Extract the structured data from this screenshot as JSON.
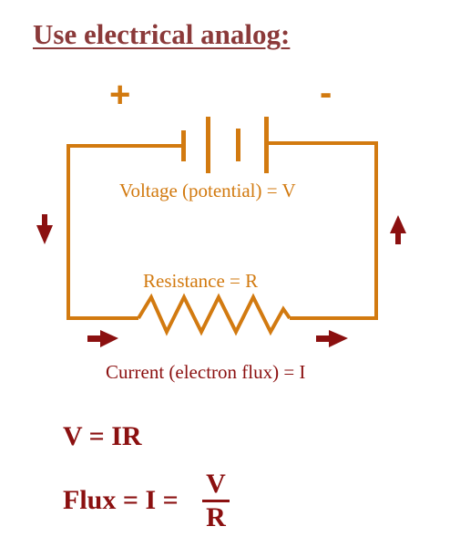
{
  "title": "Use electrical analog:",
  "circuit": {
    "plus_sign": "+",
    "minus_sign": "-",
    "voltage_label": "Voltage (potential) = V",
    "resistance_label": "Resistance = R",
    "current_label": "Current (electron flux) = I"
  },
  "equations": {
    "ohms_law": "V = IR",
    "flux_prefix": "Flux = I =",
    "flux_numerator": "V",
    "flux_denominator": "R"
  },
  "colors": {
    "title": "#8b3a3a",
    "circuit": "#d27a10",
    "arrows": "#8b1010",
    "equations": "#8b1010"
  }
}
